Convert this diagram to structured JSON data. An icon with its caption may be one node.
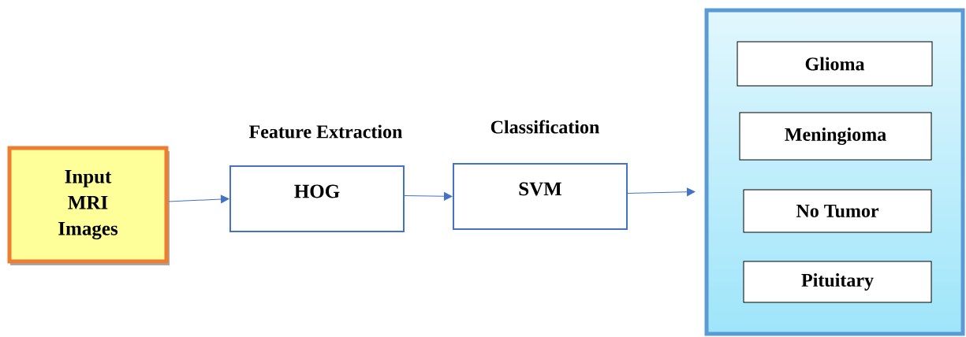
{
  "diagram": {
    "nodes": [
      {
        "text": [
          "Input MRI Images"
        ]
      },
      {
        "text": [
          "Feature Extraction",
          "HOG"
        ]
      },
      {
        "text": [
          "Classification",
          "SVM"
        ]
      },
      {
        "text": [],
        "shape": "box"
      },
      {
        "text": [
          "Glioma"
        ],
        "in": 3
      },
      {
        "text": [
          "Meningioma"
        ],
        "in": 3
      },
      {
        "text": [
          "No Tumor"
        ],
        "in": 3
      },
      {
        "text": [
          "Pituitary"
        ],
        "in": 3
      }
    ],
    "edges": [
      {
        "from": 0,
        "to": 1,
        "arrow": "to"
      },
      {
        "from": 1,
        "to": 2,
        "arrow": "to"
      },
      {
        "from": 2,
        "to": 3,
        "arrow": "to"
      }
    ]
  }
}
